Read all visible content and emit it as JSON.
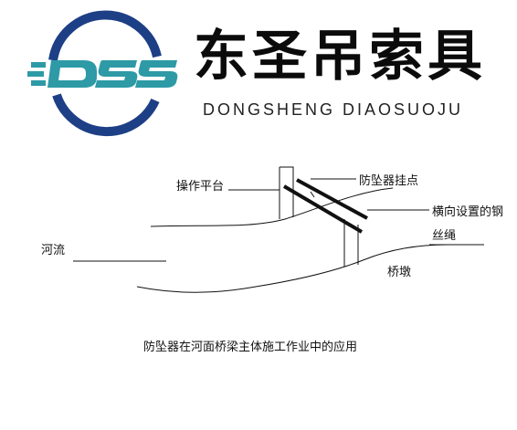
{
  "brand": {
    "logo_text": "DSS",
    "name_cn": "东圣吊索具",
    "name_en": "DONGSHENG DIAOSUOJU",
    "colors": {
      "navy": "#1d3f86",
      "teal": "#2d9aa6",
      "text": "#0b0b0b"
    }
  },
  "diagram": {
    "labels": {
      "platform": "操作平台",
      "anchor_point": "防坠器挂点",
      "steel_cable": "横向设置的钢",
      "steel_cable_2": "丝绳",
      "river": "河流",
      "pier": "桥墩"
    },
    "caption": "防坠器在河面桥梁主体施工作业中的应用"
  }
}
